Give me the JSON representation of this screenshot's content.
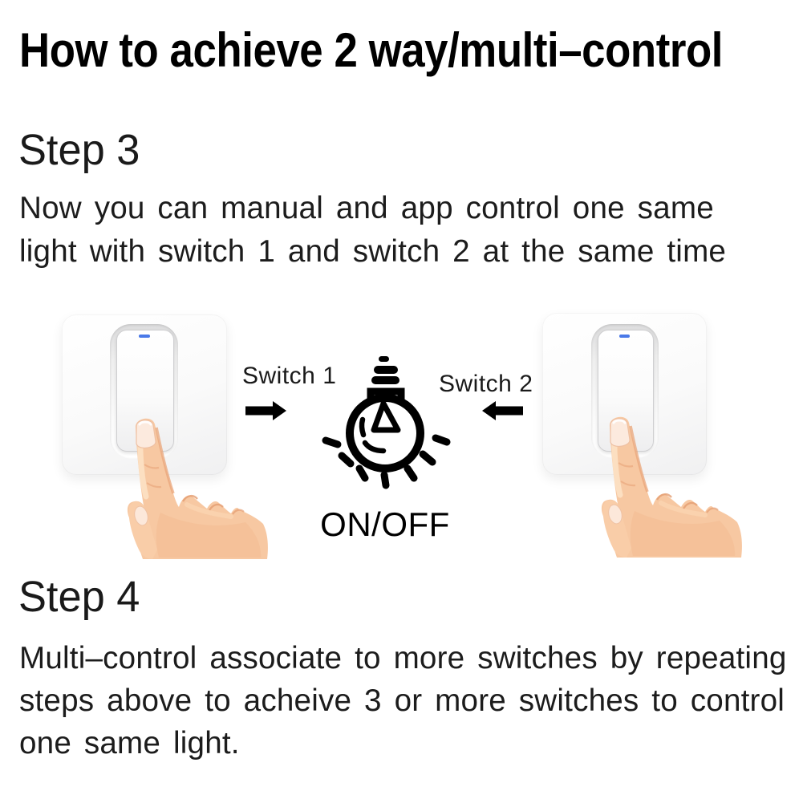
{
  "title": "How to achieve 2 way/multi–control",
  "step3": {
    "heading": "Step 3",
    "lines": [
      "Now you can manual and app control one same",
      "light with switch 1 and switch 2 at the same time"
    ]
  },
  "diagram": {
    "switch1_label": "Switch 1",
    "switch2_label": "Switch 2",
    "bulb_caption": "ON/OFF"
  },
  "step4": {
    "heading": "Step 4",
    "lines": [
      "Multi–control associate to more switches by repeating",
      "steps above to acheive 3 or more switches to control",
      "one same light."
    ]
  },
  "icons": {
    "arrow_right": "arrow-right-icon",
    "arrow_left": "arrow-left-icon",
    "bulb": "light-bulb-icon",
    "hand": "hand-pressing-icon",
    "led": "led-indicator"
  },
  "colors": {
    "text": "#111111",
    "black": "#000000",
    "led_blue": "#4a79e8",
    "panel_white": "#fafafa",
    "skin": "#f7c8a2",
    "skin_shadow": "#e9a67a",
    "skin_highlight": "#fde3c7",
    "nail": "#fceade"
  }
}
